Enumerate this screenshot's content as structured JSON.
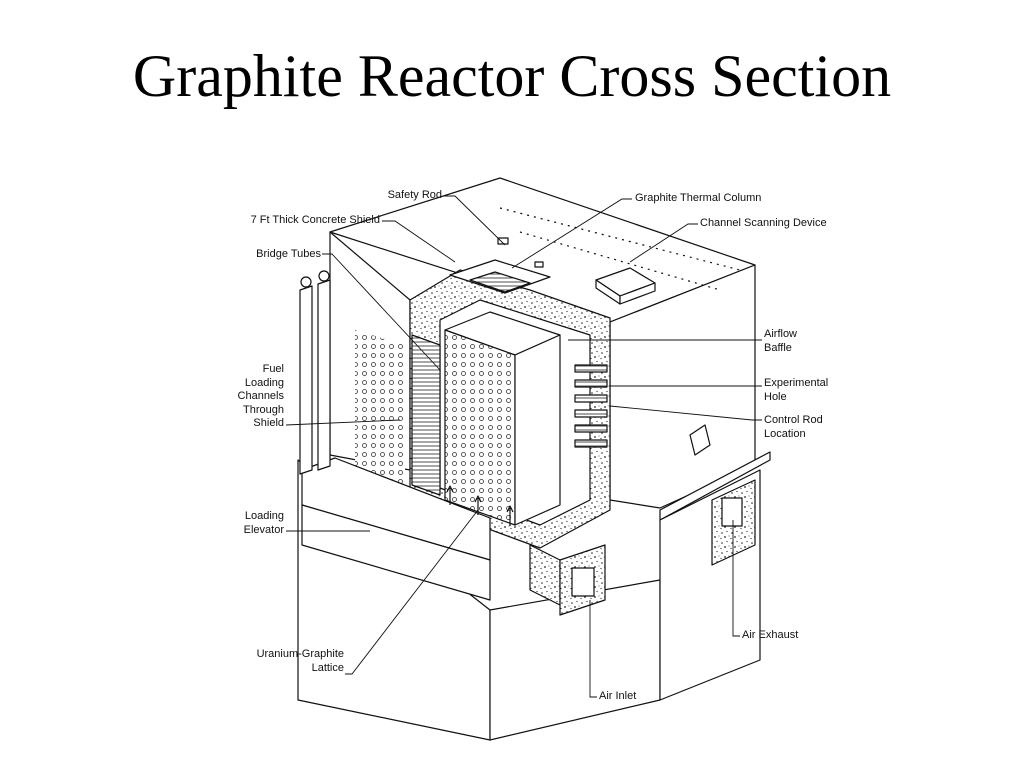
{
  "title": "Graphite Reactor Cross Section",
  "labels": {
    "safety_rod": "Safety Rod",
    "concrete_shield": "7 Ft Thick Concrete Shield",
    "bridge_tubes": "Bridge Tubes",
    "fuel_loading": "Fuel\nLoading\nChannels\nThrough\nShield",
    "loading_elevator": "Loading\nElevator",
    "uranium_graphite": "Uranium-Graphite\nLattice",
    "graphite_thermal_column": "Graphite Thermal Column",
    "channel_scanning": "Channel Scanning Device",
    "airflow_baffle": "Airflow\nBaffle",
    "experimental_hole": "Experimental\nHole",
    "control_rod": "Control Rod\nLocation",
    "air_exhaust": "Air Exhaust",
    "air_inlet": "Air Inlet"
  },
  "colors": {
    "ink": "#111111",
    "background": "#ffffff"
  }
}
